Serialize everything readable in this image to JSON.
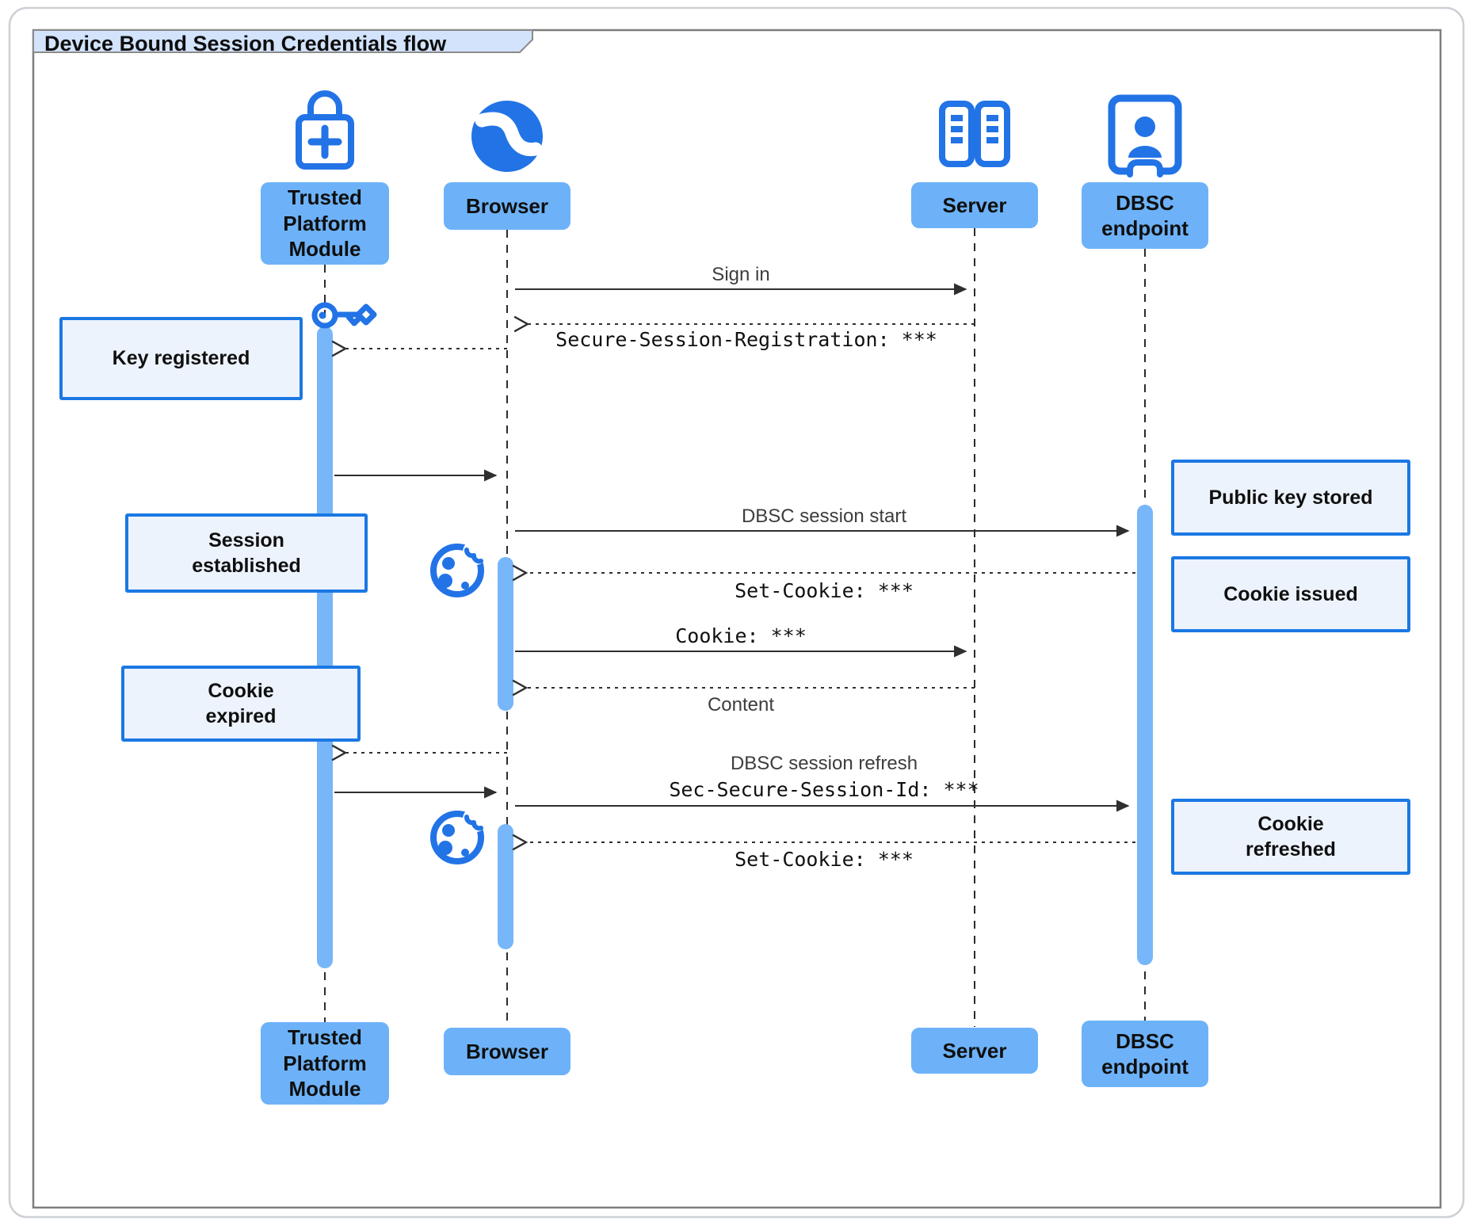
{
  "title": "Device Bound Session Credentials flow",
  "actors": {
    "tpm": {
      "label": "Trusted Platform Module",
      "icon": "lock-plus-icon"
    },
    "browser": {
      "label": "Browser",
      "icon": "globe-icon"
    },
    "server": {
      "label": "Server",
      "icon": "server-rack-icon"
    },
    "dbsc": {
      "label": "DBSC endpoint",
      "icon": "id-badge-icon"
    }
  },
  "messages": {
    "sign_in": "Sign in",
    "secure_session_registration": "Secure-Session-Registration: ***",
    "dbsc_session_start": "DBSC session start",
    "set_cookie_issued": "Set-Cookie: ***",
    "cookie": "Cookie: ***",
    "content": "Content",
    "dbsc_session_refresh": "DBSC session refresh",
    "sec_secure_session_id": "Sec-Secure-Session-Id: ***",
    "set_cookie_refreshed": "Set-Cookie: ***"
  },
  "notes": {
    "key_registered": "Key registered",
    "session_established": "Session established",
    "cookie_expired": "Cookie expired",
    "public_key_stored": "Public key stored",
    "cookie_issued": "Cookie issued",
    "cookie_refreshed": "Cookie refreshed"
  },
  "decorative_icons": [
    "key-icon",
    "cookie-icon",
    "cookie-icon"
  ],
  "colors": {
    "icon_blue": "#2273e6",
    "actor_fill": "#6db2f8",
    "activation_fill": "#77b6f9",
    "note_fill": "#edf3fd",
    "note_border": "#1b78e3",
    "title_tab_fill": "#d2e3fb",
    "frame_border": "#7d7d7d",
    "line_color": "#2f2f2f"
  }
}
